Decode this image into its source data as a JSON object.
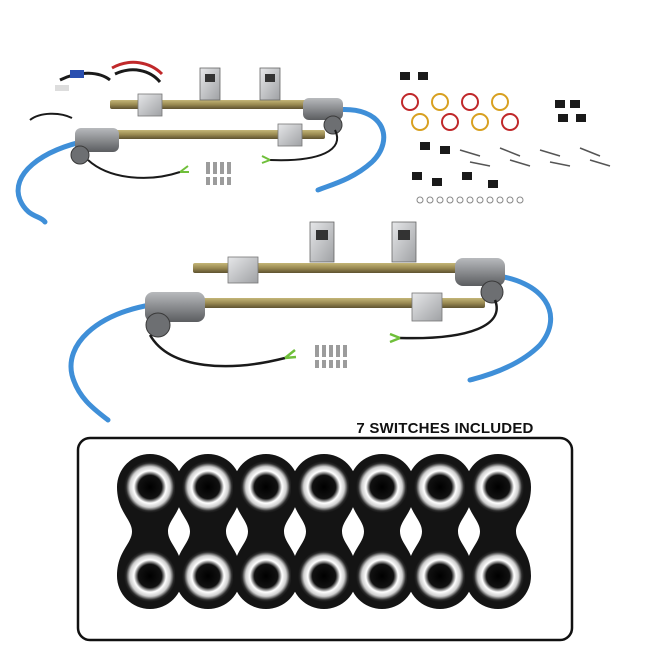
{
  "product": {
    "caption": "7 SWITCHES INCLUDED",
    "switch_count": 7,
    "kit_count": 2
  },
  "colors": {
    "background": "#ffffff",
    "rail_brass": "#9a8a52",
    "rail_dark": "#5e5230",
    "motor_gray": "#8d8f92",
    "cable_blue": "#3f8fd8",
    "wire_black": "#1a1a1a",
    "wire_green": "#6fbf3a",
    "plate_silver": "#c9cacc",
    "switch_body": "#141414",
    "switch_ring": "#f2f2f2",
    "panel_border": "#111111"
  },
  "icons": {
    "motor": "motor-icon",
    "cable": "cable-icon",
    "switch": "rocker-switch-icon"
  }
}
